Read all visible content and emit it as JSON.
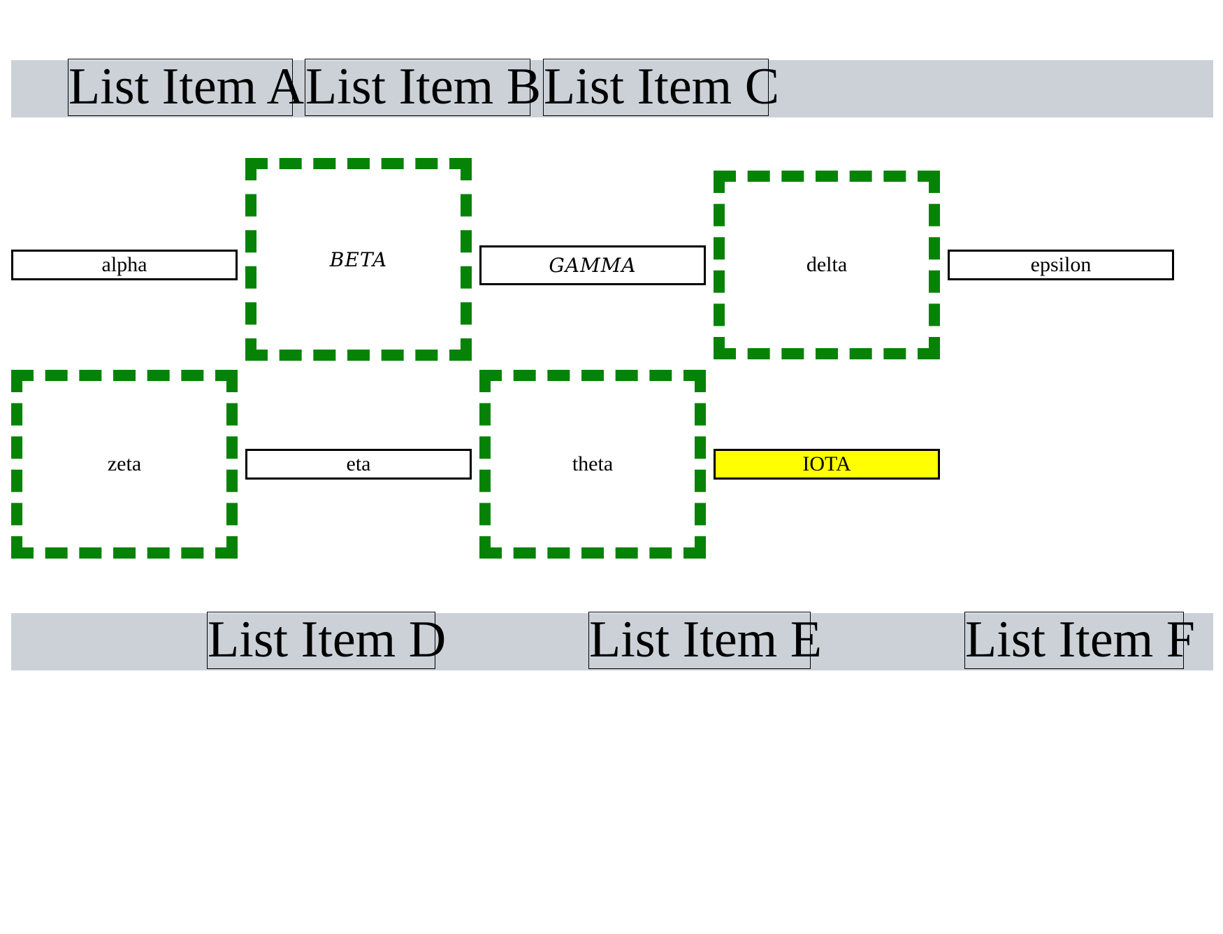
{
  "top_list": {
    "items": [
      "List Item A",
      "List Item B",
      "List Item C"
    ]
  },
  "grid": {
    "cells": [
      "alpha",
      "BETA",
      "GAMMA",
      "delta",
      "epsilon",
      "zeta",
      "eta",
      "theta",
      "IOTA"
    ]
  },
  "bottom_list": {
    "items": [
      "List Item D",
      "List Item E",
      "List Item F"
    ]
  },
  "colors": {
    "list_bar_background": "#cbd1d7",
    "dashed_border": "#068306",
    "highlight": "#ffff00"
  }
}
